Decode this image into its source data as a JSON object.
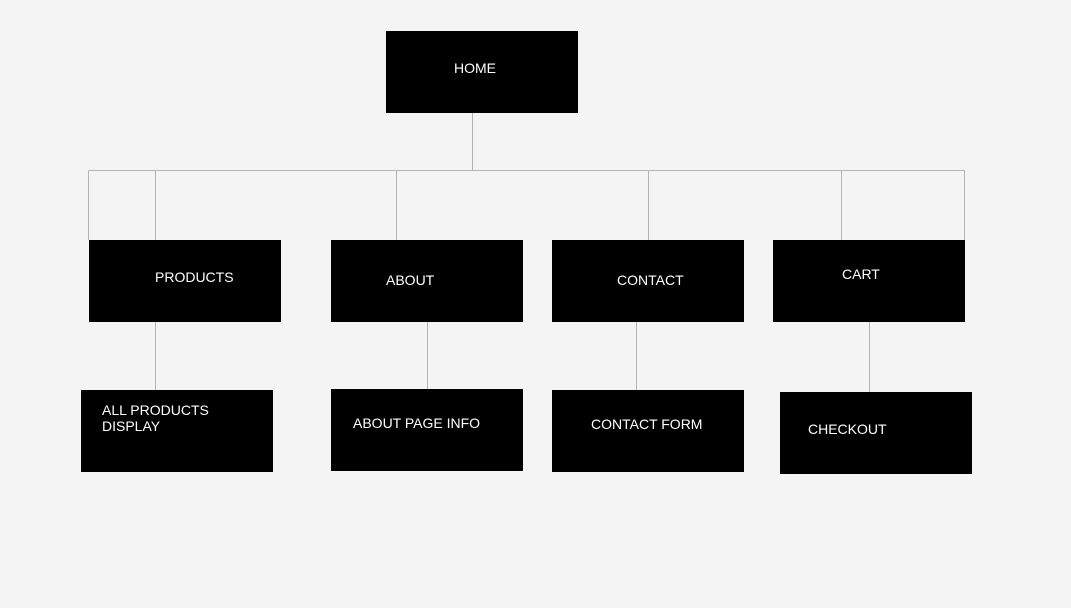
{
  "diagram": {
    "line_color": "#b3b3b3",
    "node_color": "#000000",
    "text_color": "#ffffff",
    "nodes": {
      "home": "HOME",
      "products": "PRODUCTS",
      "about": "ABOUT",
      "contact": "CONTACT",
      "cart": "CART",
      "all_products": "ALL PRODUCTS DISPLAY",
      "about_info": "ABOUT PAGE INFO",
      "contact_form": "CONTACT FORM",
      "checkout": "CHECKOUT"
    },
    "edges": [
      [
        "home",
        "products"
      ],
      [
        "home",
        "about"
      ],
      [
        "home",
        "contact"
      ],
      [
        "home",
        "cart"
      ],
      [
        "products",
        "all_products"
      ],
      [
        "about",
        "about_info"
      ],
      [
        "contact",
        "contact_form"
      ],
      [
        "cart",
        "checkout"
      ]
    ]
  }
}
